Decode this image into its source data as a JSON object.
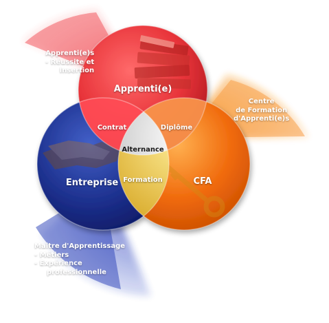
{
  "diagram": {
    "circles": {
      "apprenti": "Apprenti(e)",
      "entreprise": "Entreprise",
      "cfa": "CFA"
    },
    "intersections": {
      "contrat": "Contrat",
      "diplome": "Diplôme",
      "formation": "Formation",
      "alternance": "Alternance"
    },
    "wedges": {
      "apprenti": [
        "Apprenti(e)s",
        "- Réussite et",
        "Insertion"
      ],
      "cfa": [
        "Centre",
        "de Formation",
        "d'Apprenti(e)s"
      ],
      "entreprise": [
        "Maître d'Apprentissage",
        "- Métiers",
        "- Expérience",
        "professionnelle"
      ]
    },
    "colors": {
      "red": "#e8343a",
      "orange": "#f06a0c",
      "blue": "#1c2f8c",
      "center": "#f2f2f2",
      "formation": "#e9c93a"
    },
    "icons": [
      "books-icon",
      "handshake-icon",
      "key-icon"
    ]
  }
}
